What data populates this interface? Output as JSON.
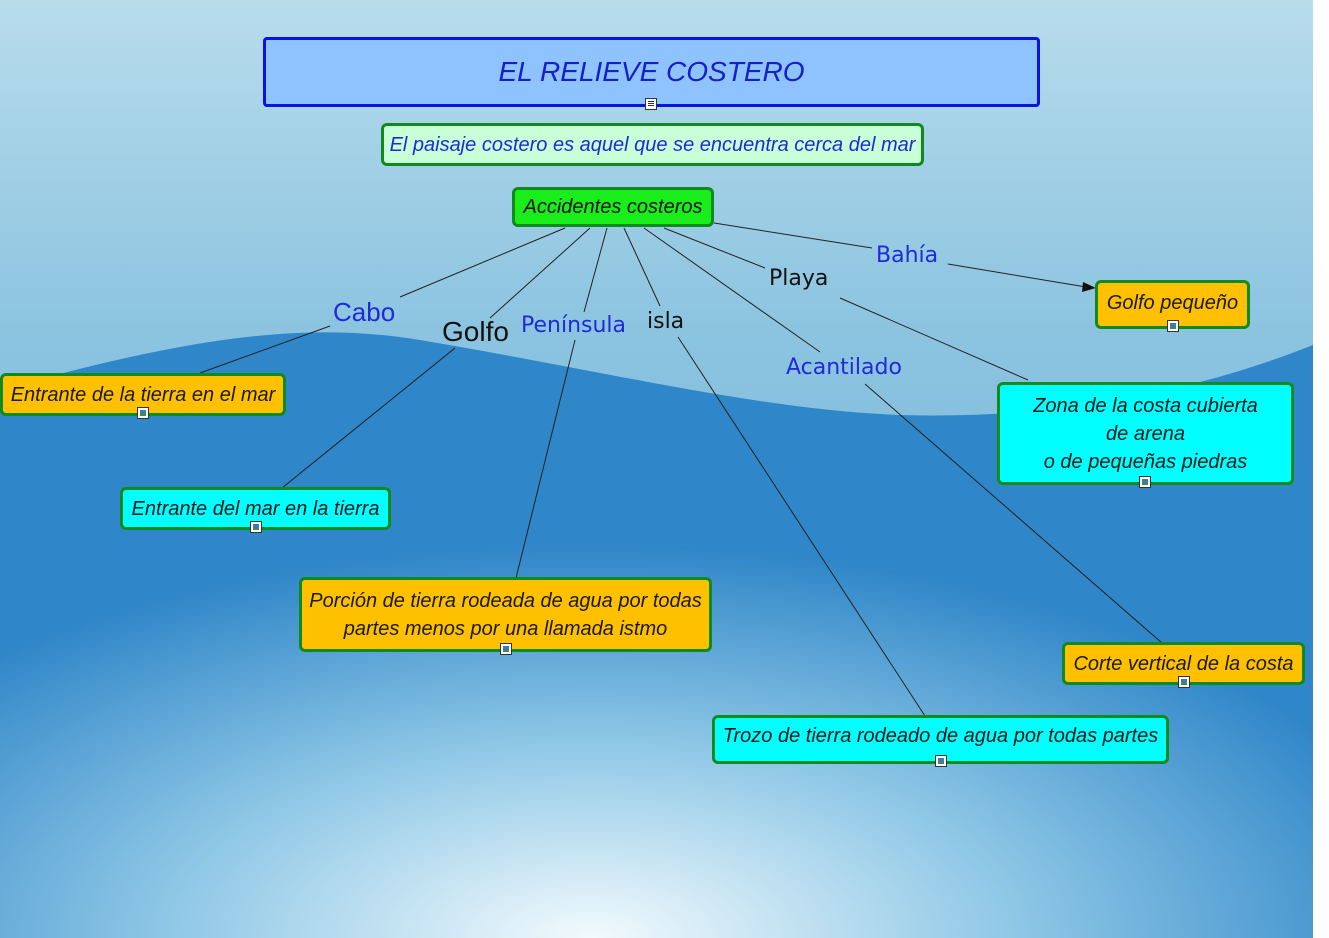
{
  "title": "EL RELIEVE COSTERO",
  "intro": "El paisaje costero es aquel que se encuentra cerca del mar",
  "root": "Accidentes costeros",
  "links": {
    "cabo": "Cabo",
    "golfo": "Golfo",
    "peninsula": "Península",
    "isla": "isla",
    "playa": "Playa",
    "acantilado": "Acantilado",
    "bahia": "Bahía"
  },
  "concepts": {
    "cabo": "Entrante de la tierra en el mar",
    "golfo": "Entrante del mar en la tierra",
    "peninsula": "Porción de tierra rodeada de agua por todas\npartes menos por una llamada istmo",
    "isla": "Trozo de tierra rodeado de agua por todas partes",
    "playa": "Zona de la costa cubierta\nde arena\no de pequeñas piedras",
    "acantilado": "Corte vertical de la costa",
    "bahia": "Golfo pequeño"
  },
  "icons": {
    "title": "document-icon",
    "concepts": "image-icon"
  },
  "colors": {
    "orange_node": "#ffc000",
    "cyan_node": "#00ffff",
    "node_border": "#0e8a1e",
    "title_fill": "#8fc3ff",
    "link_blue": "#1e2bd6"
  }
}
